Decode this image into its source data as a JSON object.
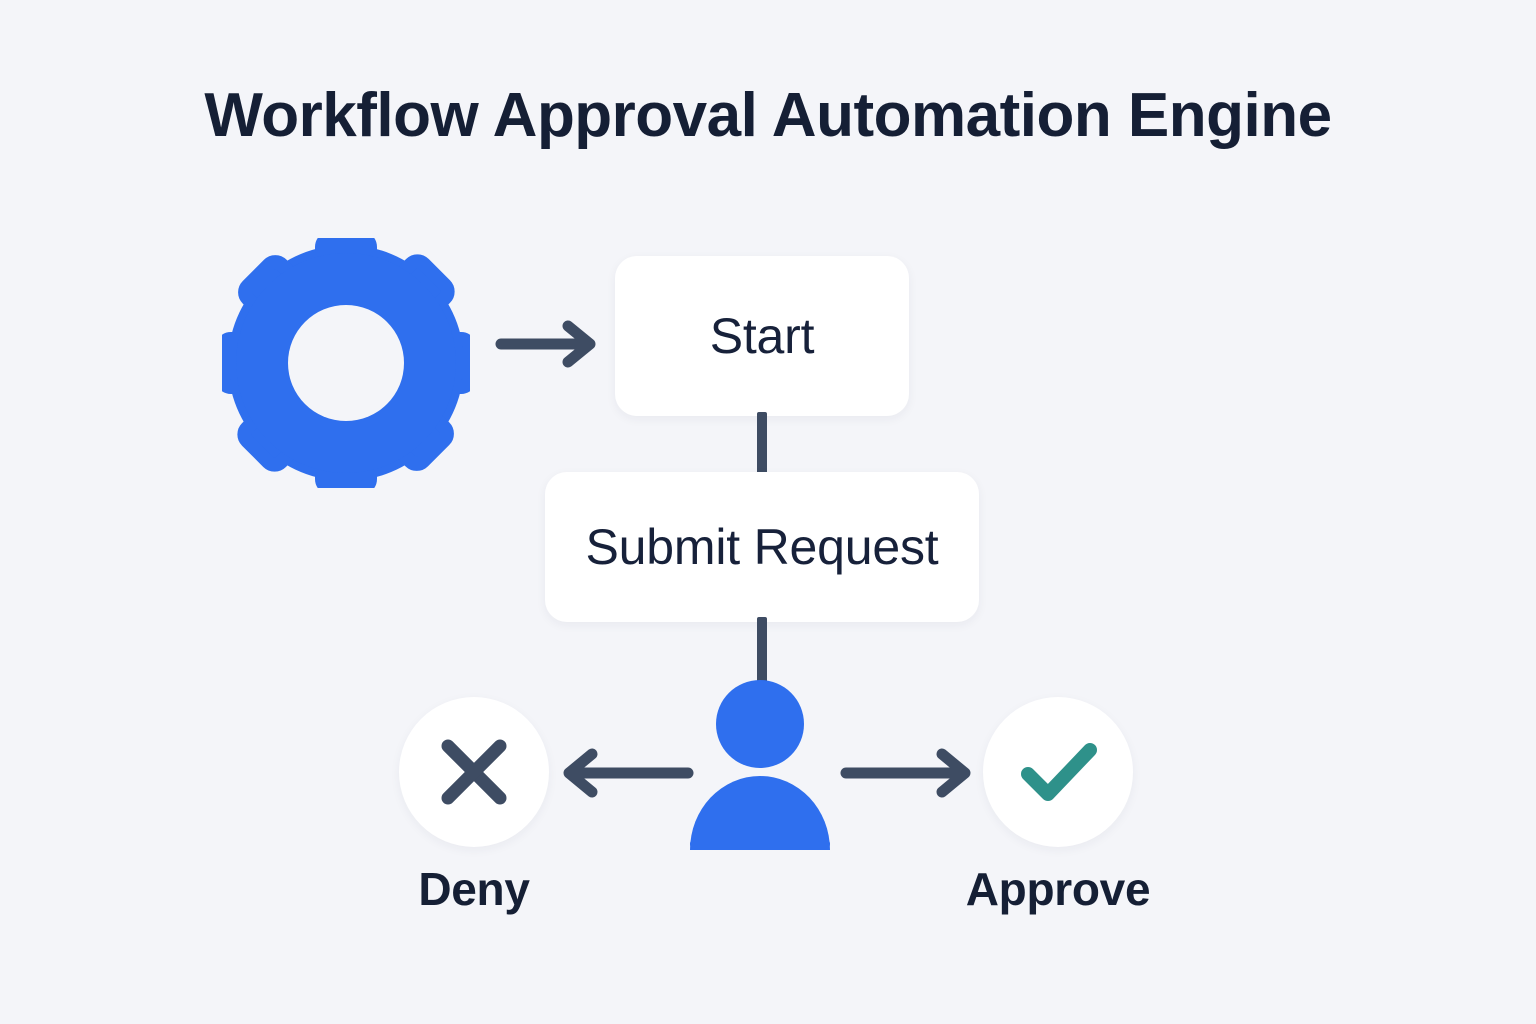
{
  "title": "Workflow Approval Automation Engine",
  "colors": {
    "background": "#f4f5f9",
    "node_surface": "#ffffff",
    "text_dark": "#151f35",
    "accent_blue": "#2f6fee",
    "connector_slate": "#3e4c63",
    "approve_teal": "#2e918a"
  },
  "icons": {
    "engine": "gear-icon",
    "actor": "person-icon",
    "deny": "x-mark-icon",
    "approve": "check-mark-icon",
    "flow_arrow": "arrow-right-icon"
  },
  "nodes": {
    "start": {
      "label": "Start"
    },
    "submit_request": {
      "label": "Submit Request"
    }
  },
  "outcomes": [
    {
      "id": "deny",
      "label": "Deny",
      "icon": "x-mark-icon",
      "icon_color": "#3e4c63"
    },
    {
      "id": "approve",
      "label": "Approve",
      "icon": "check-mark-icon",
      "icon_color": "#2e918a"
    }
  ],
  "chart_data": {
    "type": "diagram",
    "title": "Workflow Approval Automation Engine",
    "nodes": [
      {
        "id": "engine",
        "label": "",
        "shape": "gear-icon",
        "color": "#2f6fee"
      },
      {
        "id": "start",
        "label": "Start",
        "shape": "rounded-rect",
        "color": "#ffffff"
      },
      {
        "id": "submit",
        "label": "Submit Request",
        "shape": "rounded-rect",
        "color": "#ffffff"
      },
      {
        "id": "user",
        "label": "",
        "shape": "person-icon",
        "color": "#2f6fee"
      },
      {
        "id": "deny",
        "label": "Deny",
        "shape": "circle",
        "color": "#3e4c63"
      },
      {
        "id": "approve",
        "label": "Approve",
        "shape": "circle",
        "color": "#2e918a"
      }
    ],
    "edges": [
      {
        "from": "engine",
        "to": "start",
        "style": "arrow",
        "direction": "right"
      },
      {
        "from": "start",
        "to": "submit",
        "style": "line",
        "direction": "down"
      },
      {
        "from": "submit",
        "to": "user",
        "style": "line",
        "direction": "down"
      },
      {
        "from": "user",
        "to": "deny",
        "style": "arrow",
        "direction": "left"
      },
      {
        "from": "user",
        "to": "approve",
        "style": "arrow",
        "direction": "right"
      }
    ]
  }
}
